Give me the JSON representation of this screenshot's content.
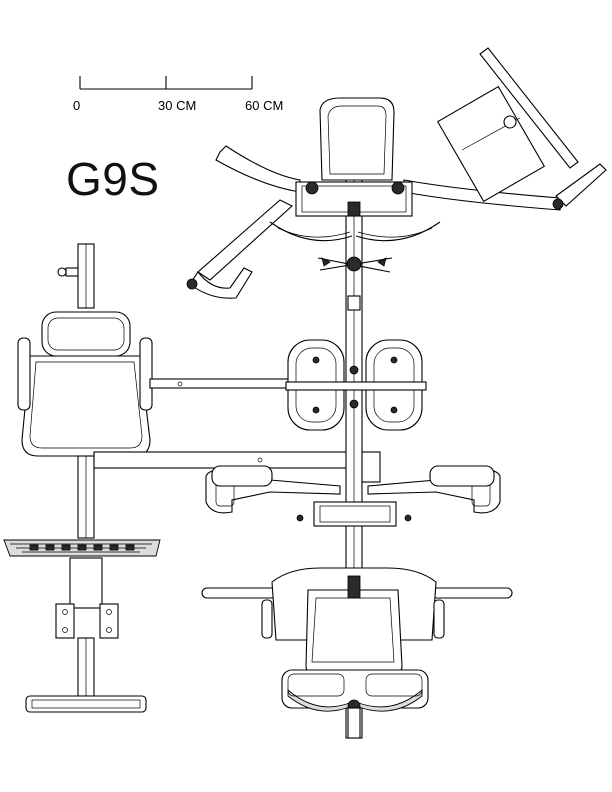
{
  "model_name": "G9S",
  "scale_bar": {
    "labels": [
      "0",
      "30 CM",
      "60 CM"
    ]
  }
}
